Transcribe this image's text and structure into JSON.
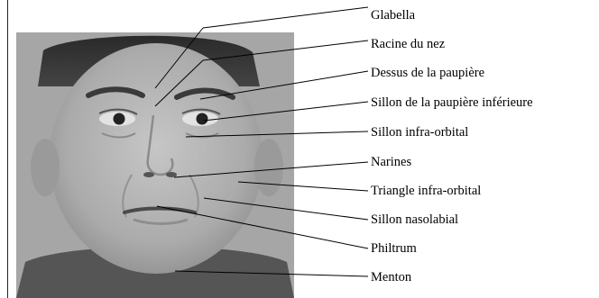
{
  "labels": [
    "Glabella",
    "Racine du nez",
    "Dessus de la paupière",
    "Sillon de la paupière inférieure",
    "Sillon infra-orbital",
    "Narines",
    "Triangle infra-orbital",
    "Sillon nasolabial",
    "Philtrum",
    "Menton"
  ],
  "colors": {
    "background": "#ffffff",
    "photo_backdrop": "#a8a8a8",
    "skin": "#b9b9b9",
    "shirt": "#555555",
    "leader_lines": "#000000",
    "text": "#000000"
  }
}
